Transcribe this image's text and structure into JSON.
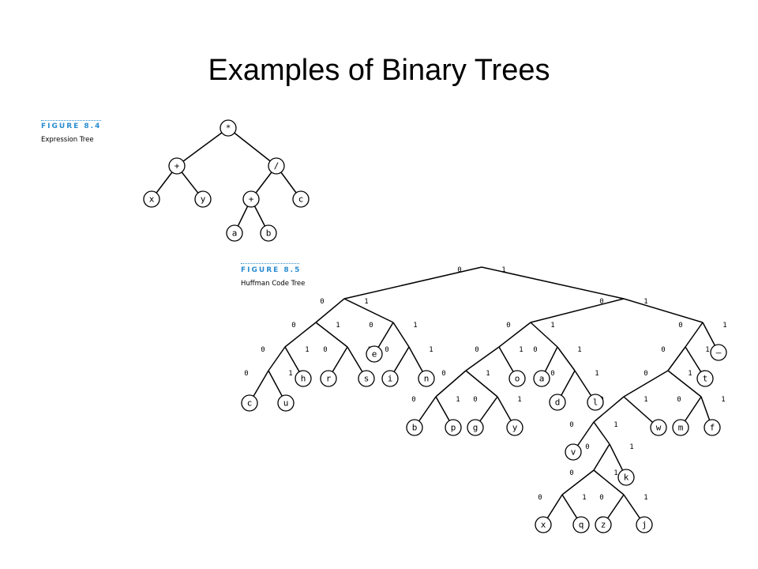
{
  "title": "Examples of Binary Trees",
  "figure_a": {
    "label": "FIGURE 8.4",
    "caption": "Expression Tree"
  },
  "figure_b": {
    "label": "FIGURE 8.5",
    "caption": "Huffman Code Tree"
  },
  "expression_tree": {
    "nodes": [
      {
        "id": "mul",
        "text": "*"
      },
      {
        "id": "plus1",
        "text": "+"
      },
      {
        "id": "div",
        "text": "/"
      },
      {
        "id": "x",
        "text": "x"
      },
      {
        "id": "y",
        "text": "y"
      },
      {
        "id": "plus2",
        "text": "+"
      },
      {
        "id": "c",
        "text": "c"
      },
      {
        "id": "a",
        "text": "a"
      },
      {
        "id": "b",
        "text": "b"
      }
    ],
    "edges": [
      [
        "mul",
        "plus1"
      ],
      [
        "mul",
        "div"
      ],
      [
        "plus1",
        "x"
      ],
      [
        "plus1",
        "y"
      ],
      [
        "div",
        "plus2"
      ],
      [
        "div",
        "c"
      ],
      [
        "plus2",
        "a"
      ],
      [
        "plus2",
        "b"
      ]
    ]
  },
  "huffman_tree": {
    "nodes": [
      {
        "id": "r"
      },
      {
        "id": "L"
      },
      {
        "id": "R"
      },
      {
        "id": "LL"
      },
      {
        "id": "LR"
      },
      {
        "id": "RL"
      },
      {
        "id": "RR"
      },
      {
        "id": "LLL"
      },
      {
        "id": "LLR"
      },
      {
        "id": "e",
        "text": "e"
      },
      {
        "id": "LRR"
      },
      {
        "id": "RLL"
      },
      {
        "id": "RLR"
      },
      {
        "id": "RRL"
      },
      {
        "id": "space",
        "text": "—"
      },
      {
        "id": "LLLL"
      },
      {
        "id": "h",
        "text": "h"
      },
      {
        "id": "r_leaf",
        "text": "r"
      },
      {
        "id": "s",
        "text": "s"
      },
      {
        "id": "i",
        "text": "i"
      },
      {
        "id": "n",
        "text": "n"
      },
      {
        "id": "RLLL"
      },
      {
        "id": "o",
        "text": "o"
      },
      {
        "id": "a",
        "text": "a"
      },
      {
        "id": "RLRR"
      },
      {
        "id": "RRLL"
      },
      {
        "id": "t",
        "text": "t"
      },
      {
        "id": "c",
        "text": "c"
      },
      {
        "id": "u",
        "text": "u"
      },
      {
        "id": "RLLLL"
      },
      {
        "id": "RLLLR"
      },
      {
        "id": "d",
        "text": "d"
      },
      {
        "id": "l",
        "text": "l"
      },
      {
        "id": "RRLLL"
      },
      {
        "id": "RRLLR"
      },
      {
        "id": "b",
        "text": "b"
      },
      {
        "id": "p",
        "text": "p"
      },
      {
        "id": "g",
        "text": "g"
      },
      {
        "id": "y",
        "text": "y"
      },
      {
        "id": "V1"
      },
      {
        "id": "w",
        "text": "w"
      },
      {
        "id": "m",
        "text": "m"
      },
      {
        "id": "f",
        "text": "f"
      },
      {
        "id": "v",
        "text": "v"
      },
      {
        "id": "V2"
      },
      {
        "id": "V3"
      },
      {
        "id": "k",
        "text": "k"
      },
      {
        "id": "V4"
      },
      {
        "id": "V5"
      },
      {
        "id": "x",
        "text": "x"
      },
      {
        "id": "q",
        "text": "q"
      },
      {
        "id": "z",
        "text": "z"
      },
      {
        "id": "j",
        "text": "j"
      }
    ],
    "edges": [
      [
        "r",
        "L",
        "0"
      ],
      [
        "r",
        "R",
        "1"
      ],
      [
        "L",
        "LL",
        "0"
      ],
      [
        "L",
        "LR",
        "1"
      ],
      [
        "R",
        "RL",
        "0"
      ],
      [
        "R",
        "RR",
        "1"
      ],
      [
        "LL",
        "LLL",
        "0"
      ],
      [
        "LL",
        "LLR",
        "1"
      ],
      [
        "LR",
        "e",
        "0"
      ],
      [
        "LR",
        "LRR",
        "1"
      ],
      [
        "RL",
        "RLL",
        "0"
      ],
      [
        "RL",
        "RLR",
        "1"
      ],
      [
        "RR",
        "RRL",
        "0"
      ],
      [
        "RR",
        "space",
        "1"
      ],
      [
        "LLL",
        "LLLL",
        "0"
      ],
      [
        "LLL",
        "h",
        "1"
      ],
      [
        "LLR",
        "r_leaf",
        "0"
      ],
      [
        "LLR",
        "s",
        "1"
      ],
      [
        "LRR",
        "i",
        "0"
      ],
      [
        "LRR",
        "n",
        "1"
      ],
      [
        "RLL",
        "RLLL",
        "0"
      ],
      [
        "RLL",
        "o",
        "1"
      ],
      [
        "RLR",
        "a",
        "0"
      ],
      [
        "RLR",
        "RLRR",
        "1"
      ],
      [
        "RRL",
        "RRLL",
        "0"
      ],
      [
        "RRL",
        "t",
        "1"
      ],
      [
        "LLLL",
        "c",
        "0"
      ],
      [
        "LLLL",
        "u",
        "1"
      ],
      [
        "RLLL",
        "RLLLL",
        "0"
      ],
      [
        "RLLL",
        "RLLLR",
        "1"
      ],
      [
        "RLRR",
        "d",
        "0"
      ],
      [
        "RLRR",
        "l",
        "1"
      ],
      [
        "RRLL",
        "RRLLL",
        "0"
      ],
      [
        "RRLL",
        "RRLLR",
        "1"
      ],
      [
        "RLLLL",
        "b",
        "0"
      ],
      [
        "RLLLL",
        "p",
        "1"
      ],
      [
        "RLLLR",
        "g",
        "0"
      ],
      [
        "RLLLR",
        "y",
        "1"
      ],
      [
        "RRLLL",
        "V1",
        "0"
      ],
      [
        "RRLLL",
        "w",
        "1"
      ],
      [
        "RRLLR",
        "m",
        "0"
      ],
      [
        "RRLLR",
        "f",
        "1"
      ],
      [
        "V1",
        "v",
        "0"
      ],
      [
        "V1",
        "V2",
        "1"
      ],
      [
        "V2",
        "V3",
        "0"
      ],
      [
        "V2",
        "k",
        "1"
      ],
      [
        "V3",
        "V4",
        "0"
      ],
      [
        "V3",
        "V5",
        "1"
      ],
      [
        "V4",
        "x",
        "0"
      ],
      [
        "V4",
        "q",
        "1"
      ],
      [
        "V5",
        "z",
        "0"
      ],
      [
        "V5",
        "j",
        "1"
      ]
    ]
  }
}
